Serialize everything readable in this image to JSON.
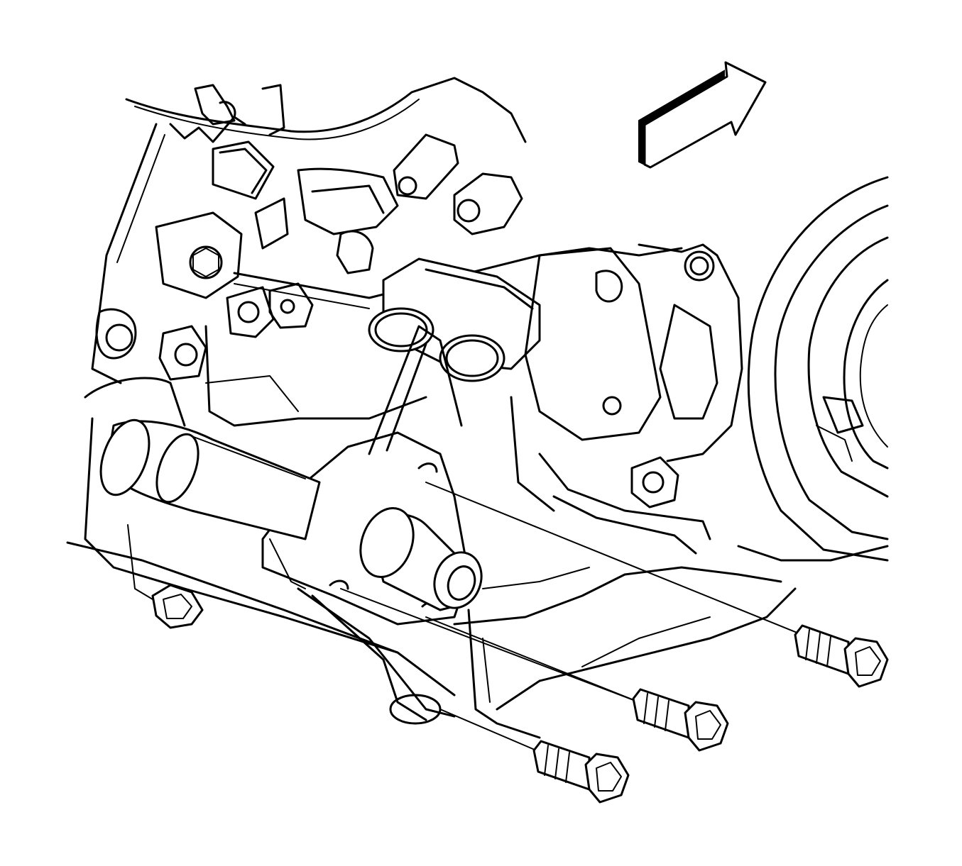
{
  "figure": {
    "kind": "line-art technical illustration",
    "colors": {
      "stroke": "#000000",
      "background": "#ffffff"
    },
    "components": {
      "direction_arrow": "arrow-icon",
      "transmission": "engine-assembly",
      "torque_converter": "flywheel",
      "mount_bracket": "bracket",
      "bolts": [
        "bolt-icon",
        "bolt-icon",
        "bolt-icon"
      ]
    }
  }
}
